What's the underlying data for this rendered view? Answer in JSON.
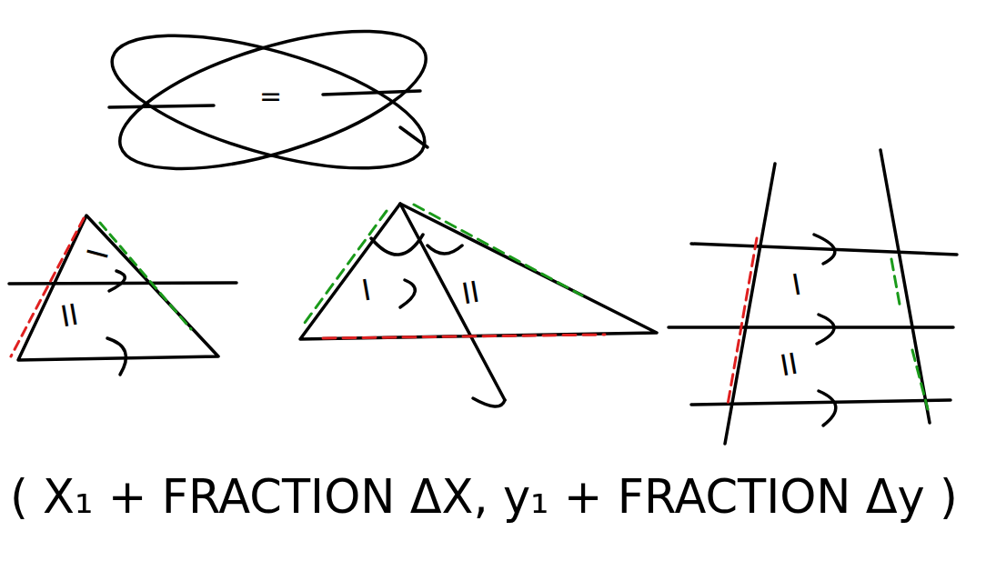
{
  "diagram": {
    "labels": [
      "=",
      "I",
      "II",
      "I",
      "II",
      "I",
      "II",
      "( X₁ + FRACTION ΔX, y₁ + FRACTION Δy )"
    ]
  }
}
